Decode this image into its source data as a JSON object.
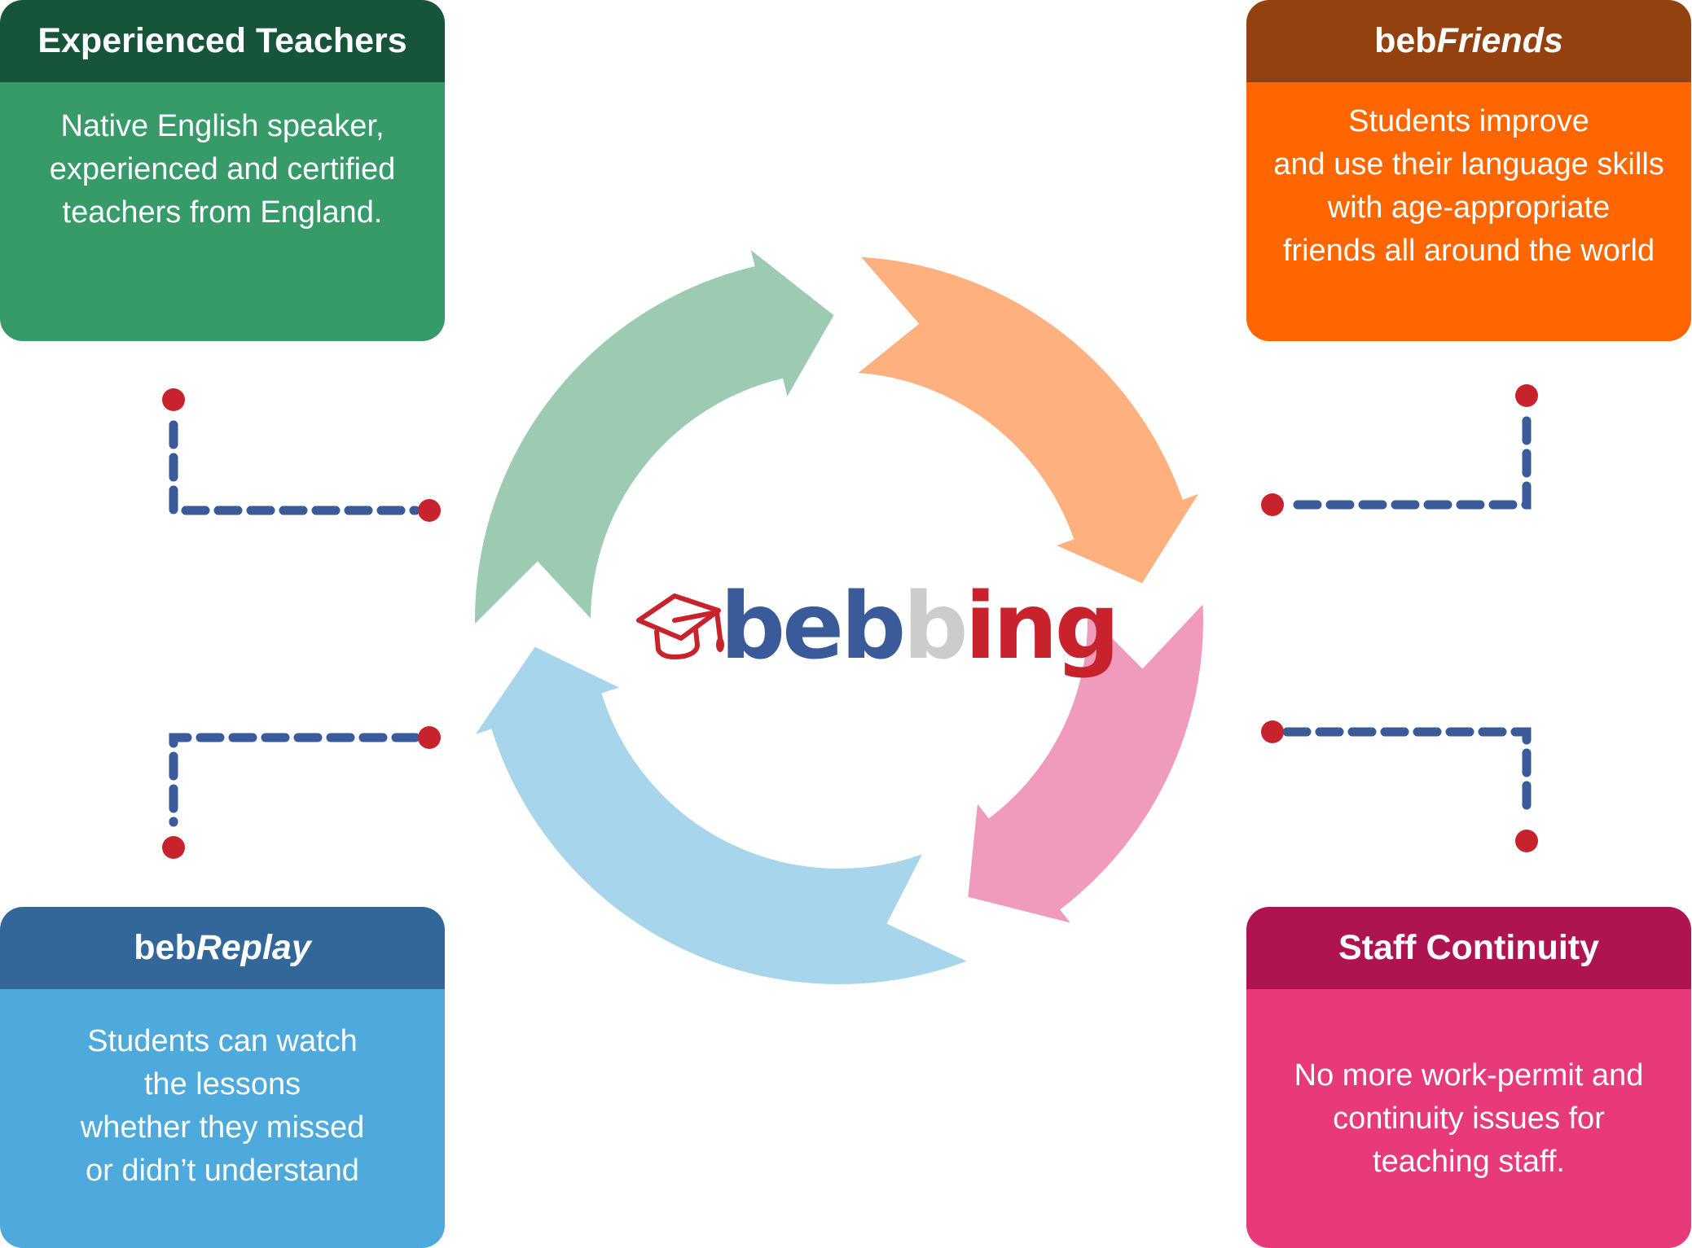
{
  "boxes": {
    "experienced_teachers": {
      "title": "Experienced Teachers",
      "body": [
        "Native English speaker,",
        "experienced and certified",
        "teachers from England."
      ]
    },
    "beb_friends": {
      "title_prefix": "beb",
      "title_italic": "Friends",
      "body": [
        "Students improve",
        "and use their language skills",
        "with age-appropriate",
        "friends all around the world"
      ]
    },
    "beb_replay": {
      "title_prefix": "beb",
      "title_italic": "Replay",
      "body": [
        "Students can watch",
        "the lessons",
        "whether they missed",
        "or didn’t understand"
      ]
    },
    "staff_continuity": {
      "title": "Staff Continuity",
      "body": [
        "No more work-permit and",
        "continuity issues for",
        "teaching staff."
      ]
    }
  },
  "logo": {
    "part1": "beb",
    "part2": "b",
    "part3": "ing",
    "icon": "graduation-cap-icon"
  },
  "colors": {
    "ring_orange": "#ffb07f",
    "ring_pink": "#f09bbd",
    "ring_blue": "#a7d5ec",
    "ring_green": "#9ccbb2",
    "connector": "#3a5a9a",
    "dot": "#c8232c"
  }
}
